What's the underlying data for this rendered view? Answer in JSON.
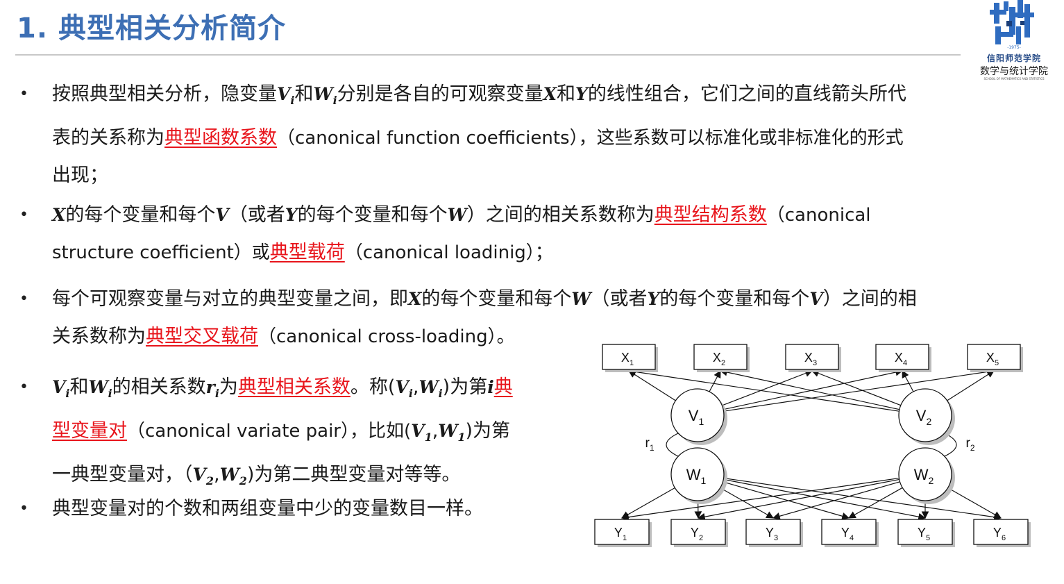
{
  "header": {
    "title": "1. 典型相关分析简介"
  },
  "logo": {
    "year": "-1975-",
    "school_cn_small": "信阳师范学院",
    "school_cn": "数学与统计学院",
    "school_en": "SCHOOL OF MATHEMATICS AND STATISTICS"
  },
  "content": {
    "bullet_symbol": "•",
    "p1": {
      "a": "按照典型相关分析，隐变量",
      "v": "V",
      "i": "i",
      "b": "和",
      "w": "W",
      "c": "分别是各自的可观察变量",
      "x": "X",
      "d": "和",
      "y": "Y",
      "e": "的线性组合，它们之间的直线箭头所代",
      "f": "表的关系称为",
      "term": "典型函数系数",
      "g": "（canonical function coefficients），这些系数可以标准化或非标准化的形式",
      "h": "出现；"
    },
    "p2": {
      "x": "X",
      "a": "的每个变量和每个",
      "v": "V",
      "b": "（或者",
      "y": "Y",
      "c": "的每个变量和每个",
      "w": "W",
      "d": "）之间的相关系数称为",
      "term1": "典型结构系数",
      "e": "（canonical",
      "f": "structure coefficient）或",
      "term2": "典型载荷",
      "g": "（canonical loadinig）；"
    },
    "p3": {
      "a": "每个可观察变量与对立的典型变量之间，即",
      "x": "X",
      "b": "的每个变量和每个",
      "w": "W",
      "c": "（或者",
      "y": "Y",
      "d": "的每个变量和每个",
      "v": "V",
      "e": "）之间的相",
      "f": "关系数称为",
      "term": "典型交叉载荷",
      "g": "（canonical cross-loading）。"
    },
    "p4": {
      "v": "V",
      "i": "i",
      "a": "和",
      "w": "W",
      "b": "的相关系数",
      "r": "r",
      "c": "为",
      "term1": "典型相关系数",
      "d": "。称(",
      "comma": ",",
      "e": ")为第",
      "iv": "i",
      "term2a": "典",
      "term2b": "型变量对",
      "f": "（canonical variate pair），比如(",
      "one": "1",
      "g": ")为第",
      "h": "一典型变量对，（",
      "two": "2",
      "j": ")为第二典型变量对等等。"
    },
    "p5": {
      "a": "典型变量对的个数和两组变量中少的变量数目一样。"
    }
  },
  "diagram": {
    "x_nodes": [
      "X",
      "X",
      "X",
      "X",
      "X"
    ],
    "x_subs": [
      "1",
      "2",
      "3",
      "4",
      "5"
    ],
    "y_nodes": [
      "Y",
      "Y",
      "Y",
      "Y",
      "Y",
      "Y"
    ],
    "y_subs": [
      "1",
      "2",
      "3",
      "4",
      "5",
      "6"
    ],
    "v1": "V",
    "v1_sub": "1",
    "v2": "V",
    "v2_sub": "2",
    "w1": "W",
    "w1_sub": "1",
    "w2": "W",
    "w2_sub": "2",
    "r1": "r",
    "r1_sub": "1",
    "r2": "r",
    "r2_sub": "2"
  }
}
